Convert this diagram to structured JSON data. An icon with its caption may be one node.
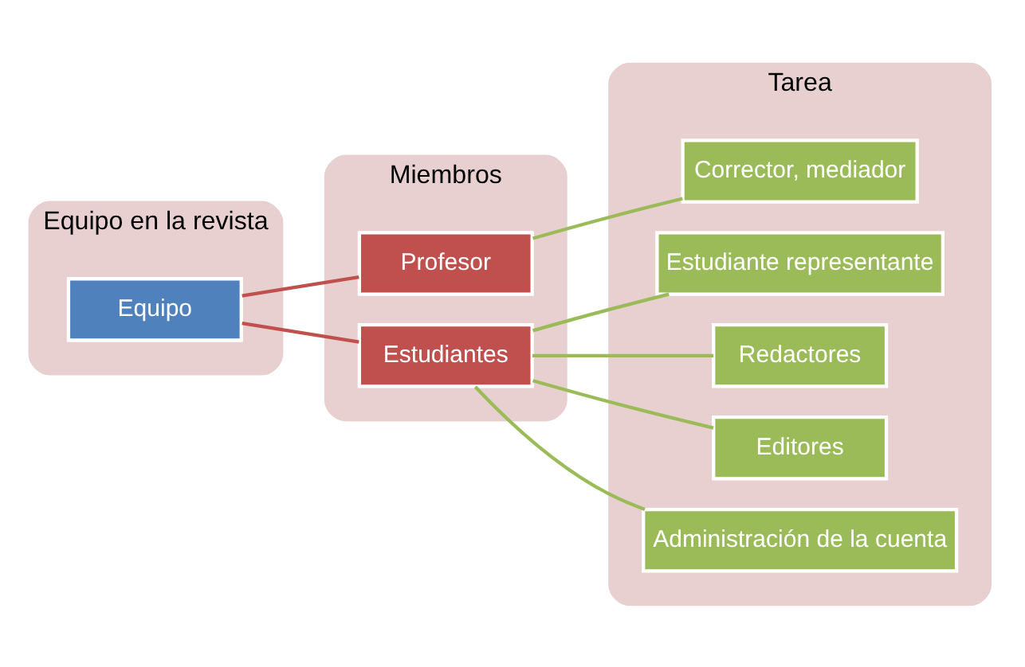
{
  "diagram": {
    "nodes": [
      {
        "text": [
          "Equipo en la revista"
        ]
      },
      {
        "text": [
          "Miembros"
        ]
      },
      {
        "text": [
          "Tarea"
        ]
      },
      {
        "text": [
          "Equipo"
        ],
        "in": 0
      },
      {
        "text": [
          "Profesor"
        ],
        "in": 1
      },
      {
        "text": [
          "Estudiantes"
        ],
        "in": 1
      },
      {
        "text": [
          "Corrector, mediador"
        ],
        "in": 2
      },
      {
        "text": [
          "Estudiante representante"
        ],
        "in": 2
      },
      {
        "text": [
          "Redactores"
        ],
        "in": 2
      },
      {
        "text": [
          "Editores"
        ],
        "in": 2
      },
      {
        "text": [
          "Administración de la cuenta"
        ],
        "in": 2
      }
    ],
    "edges": [
      {
        "from": 3,
        "to": 4,
        "arrow": "none",
        "color": "#c0504d"
      },
      {
        "from": 3,
        "to": 5,
        "arrow": "none",
        "color": "#c0504d"
      },
      {
        "from": 4,
        "to": 6,
        "arrow": "none"
      },
      {
        "from": 5,
        "to": 7,
        "arrow": "none"
      },
      {
        "from": 5,
        "to": 8,
        "arrow": "none"
      },
      {
        "from": 5,
        "to": 9,
        "arrow": "none"
      },
      {
        "from": 5,
        "to": 10,
        "arrow": "none"
      }
    ]
  }
}
